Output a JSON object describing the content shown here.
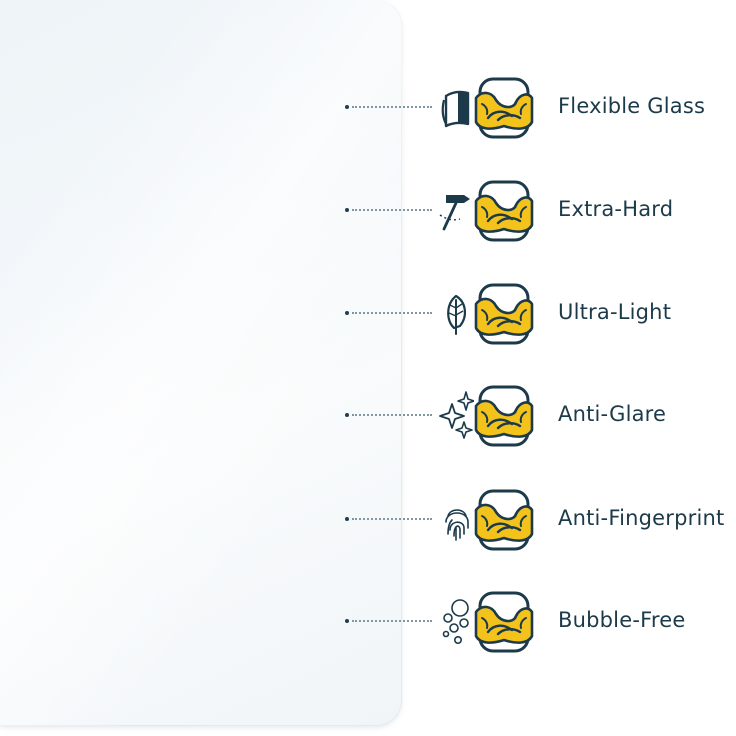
{
  "features": [
    {
      "label": "Flexible Glass",
      "icon": "flexible-glass-icon"
    },
    {
      "label": "Extra-Hard",
      "icon": "hammer-icon"
    },
    {
      "label": "Ultra-Light",
      "icon": "feather-icon"
    },
    {
      "label": "Anti-Glare",
      "icon": "sparkle-icon"
    },
    {
      "label": "Anti-Fingerprint",
      "icon": "fingerprint-icon"
    },
    {
      "label": "Bubble-Free",
      "icon": "bubbles-icon"
    }
  ],
  "badge_icon": "flexed-arms-icon",
  "colors": {
    "text": "#1c3a4a",
    "outline": "#1c3a4a",
    "badge_yellow": "#f3c31b",
    "leader": "#7f97a4"
  }
}
